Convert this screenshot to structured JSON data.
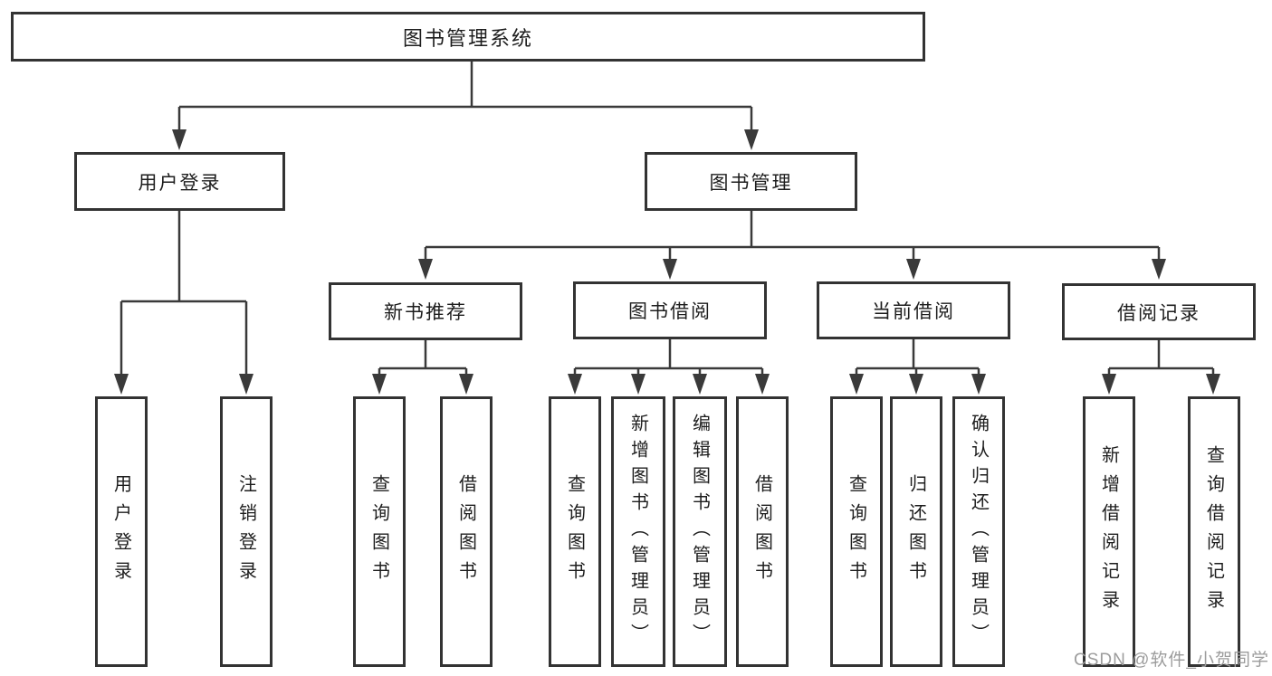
{
  "diagram": {
    "root": {
      "label": "图书管理系统"
    },
    "level2": [
      {
        "label": "用户登录"
      },
      {
        "label": "图书管理"
      }
    ],
    "level3": [
      {
        "label": "新书推荐",
        "parent": "图书管理"
      },
      {
        "label": "图书借阅",
        "parent": "图书管理"
      },
      {
        "label": "当前借阅",
        "parent": "图书管理"
      },
      {
        "label": "借阅记录",
        "parent": "图书管理"
      }
    ],
    "leaves": [
      {
        "label": "用户登录",
        "parent": "用户登录"
      },
      {
        "label": "注销登录",
        "parent": "用户登录"
      },
      {
        "label": "查询图书",
        "parent": "新书推荐"
      },
      {
        "label": "借阅图书",
        "parent": "新书推荐"
      },
      {
        "label": "查询图书",
        "parent": "图书借阅"
      },
      {
        "label": "新增图书（管理员）",
        "parent": "图书借阅"
      },
      {
        "label": "编辑图书（管理员）",
        "parent": "图书借阅"
      },
      {
        "label": "借阅图书",
        "parent": "图书借阅"
      },
      {
        "label": "查询图书",
        "parent": "当前借阅"
      },
      {
        "label": "归还图书",
        "parent": "当前借阅"
      },
      {
        "label": "确认归还（管理员）",
        "parent": "当前借阅"
      },
      {
        "label": "新增借阅记录",
        "parent": "借阅记录"
      },
      {
        "label": "查询借阅记录",
        "parent": "借阅记录"
      }
    ]
  },
  "watermark": {
    "text": "CSDN @软件_小贺同学"
  },
  "colors": {
    "line": "#3a3a3a",
    "box_border": "#333333",
    "text": "#1d1d1d",
    "background": "#ffffff",
    "watermark": "#9c9c9c"
  }
}
